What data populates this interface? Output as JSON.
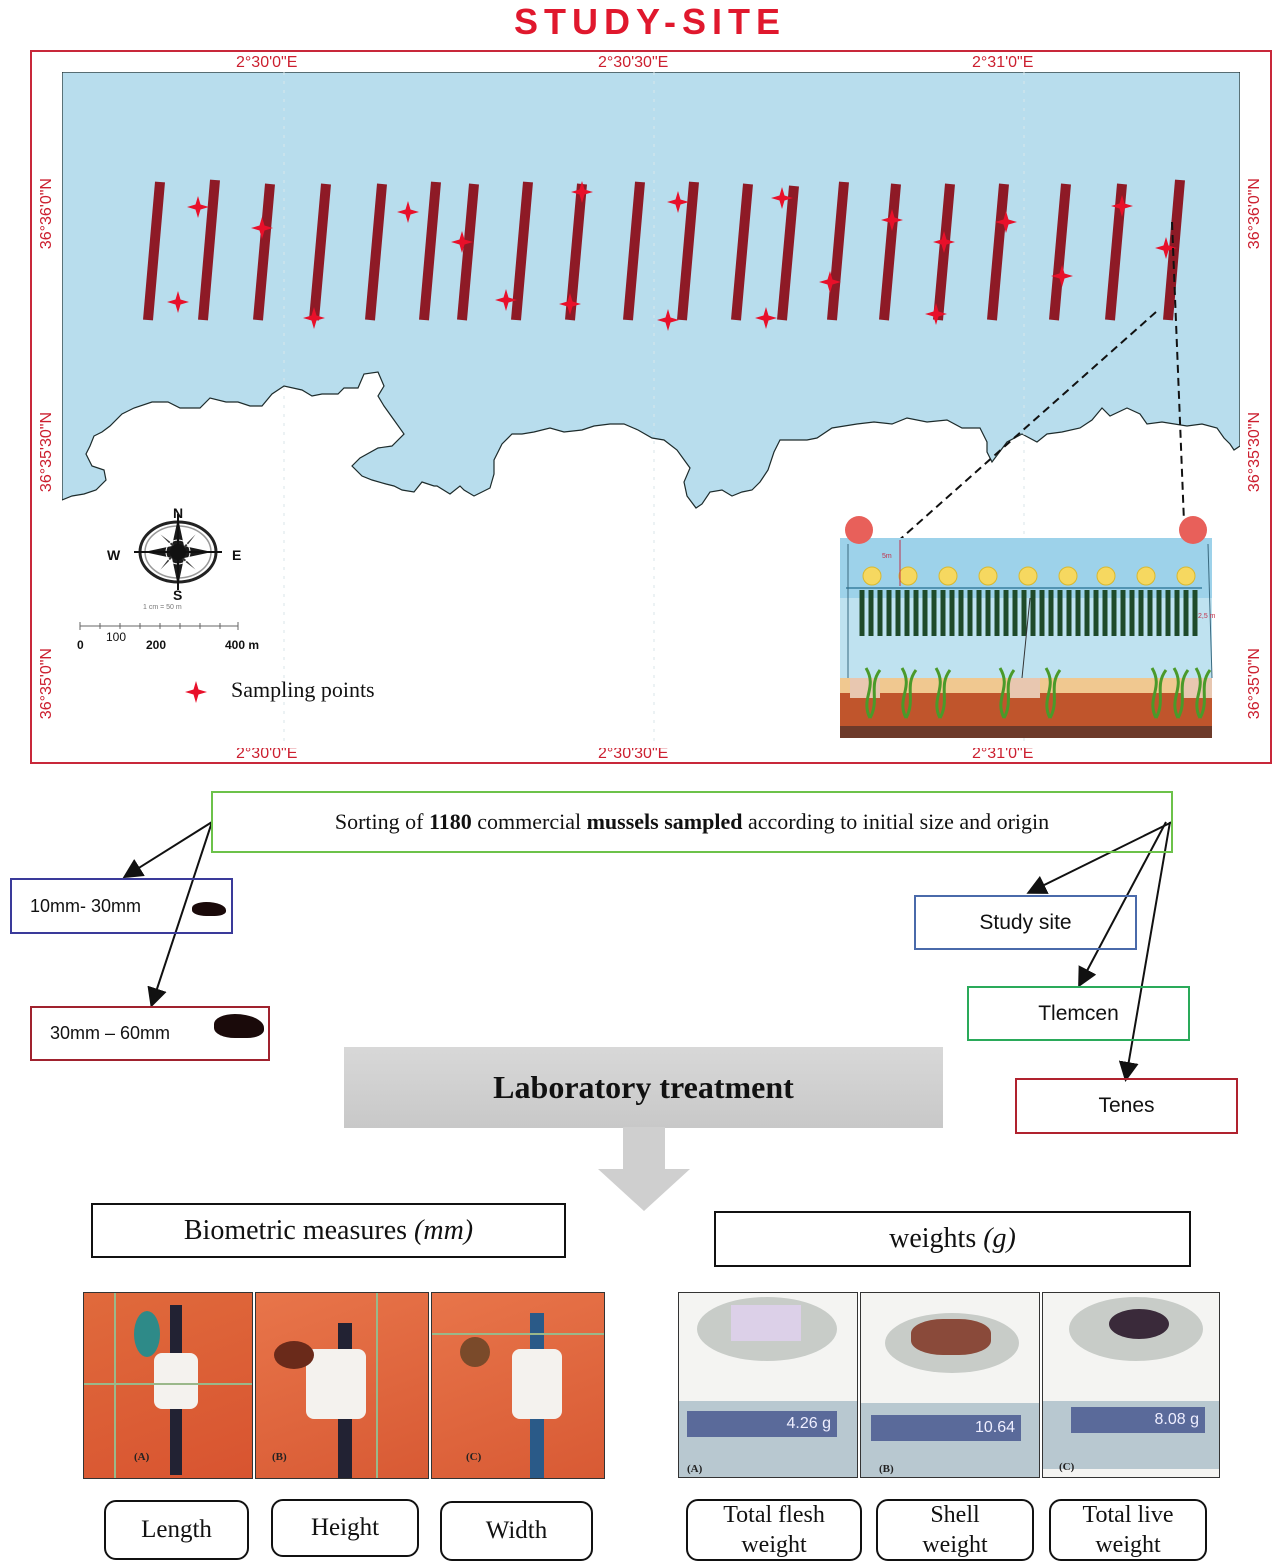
{
  "title": "STUDY-SITE",
  "map": {
    "lon_labels": [
      "2°30'0\"E",
      "2°30'30\"E",
      "2°31'0\"E"
    ],
    "lat_labels": [
      "36°36'0\"N",
      "36°35'30\"N",
      "36°35'0\"N"
    ],
    "compass": {
      "n": "N",
      "s": "S",
      "e": "E",
      "w": "W"
    },
    "scale": {
      "note": "1 cm = 50 m",
      "ticks": [
        "0",
        "100",
        "200",
        "400 m"
      ]
    },
    "legend": {
      "sampling_points": "Sampling points"
    },
    "inset": {
      "depth_top": "5m",
      "depth_lines": "2,5 m"
    },
    "colors": {
      "sea": "#b8dded",
      "longline": "#8e1a26",
      "sampling_point": "#e8102a",
      "frame": "#c8283a"
    }
  },
  "sorting": {
    "prefix": "Sorting of ",
    "count": "1180",
    "mid": " commercial ",
    "bold": "mussels sampled",
    "suffix": " according to initial size and origin"
  },
  "size_classes": [
    {
      "label": "10mm- 30mm"
    },
    {
      "label": "30mm – 60mm"
    }
  ],
  "origins": [
    {
      "label": "Study site"
    },
    {
      "label": "Tlemcen"
    },
    {
      "label": "Tenes"
    }
  ],
  "lab": {
    "title": "Laboratory treatment"
  },
  "biometric": {
    "title": "Biometric measures",
    "unit": "(mm)",
    "photos": [
      "(A)",
      "(B)",
      "(C)"
    ],
    "measures": [
      "Length",
      "Height",
      "Width"
    ]
  },
  "weights": {
    "title": "weights",
    "unit": "(g)",
    "photos": [
      "(A)",
      "(B)",
      "(C)"
    ],
    "readings": [
      "4.26 g",
      "10.64",
      "8.08 g"
    ],
    "measures": [
      [
        "Total flesh",
        "weight"
      ],
      [
        "Shell",
        "weight"
      ],
      [
        "Total live",
        "weight"
      ]
    ]
  }
}
